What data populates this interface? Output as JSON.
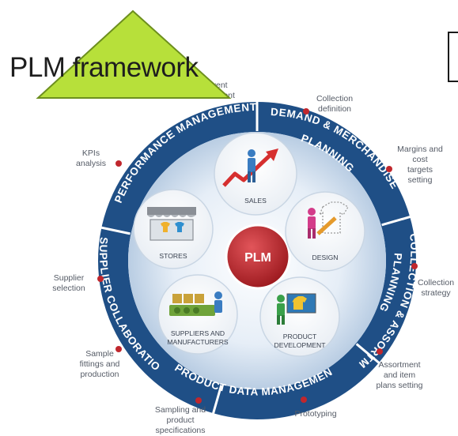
{
  "title": "PLM framework",
  "center": {
    "label": "PLM"
  },
  "ring_segments": [
    {
      "label": "PERFORMANCE MANAGEMENT"
    },
    {
      "label": "DEMAND & MERCHANDISE"
    },
    {
      "label": "PLANNING"
    },
    {
      "label": "COLLECTION & ASSORTMENT"
    },
    {
      "label": "PLANNING"
    },
    {
      "label": "PRODUCT DATA MANAGEMENT"
    },
    {
      "label": "SUPPLIER COLLABORATION"
    }
  ],
  "nodes": [
    {
      "label": "SALES",
      "icon": "sales-growth-icon"
    },
    {
      "label": "DESIGN",
      "icon": "fashion-design-icon"
    },
    {
      "label": "PRODUCT",
      "label2": "DEVELOPMENT",
      "icon": "product-development-icon"
    },
    {
      "label": "SUPPLIERS AND",
      "label2": "MANUFACTURERS",
      "icon": "suppliers-icon"
    },
    {
      "label": "STORES",
      "icon": "store-icon"
    }
  ],
  "outer_labels": [
    {
      "lines": [
        "Collection",
        "definition"
      ]
    },
    {
      "lines": [
        "Margins and",
        "cost",
        "targets",
        "setting"
      ]
    },
    {
      "lines": [
        "Collection",
        "strategy"
      ]
    },
    {
      "lines": [
        "Assortment",
        "and item",
        "plans setting"
      ]
    },
    {
      "lines": [
        "Prototyping"
      ]
    },
    {
      "lines": [
        "Sampling and",
        "product",
        "specifications"
      ]
    },
    {
      "lines": [
        "Sample",
        "fittings and",
        "production"
      ]
    },
    {
      "lines": [
        "Supplier",
        "selection"
      ]
    },
    {
      "lines": [
        "KPIs",
        "analysis"
      ]
    },
    {
      "lines": [
        "...vent",
        "...ement"
      ]
    }
  ],
  "colors": {
    "ring": "#1f4f86",
    "ring_dark": "#163d6b",
    "inner_bg": "#d7e3f0",
    "center": "#c0272d",
    "triangle": "#b7e03a",
    "dot": "#c0272d"
  }
}
